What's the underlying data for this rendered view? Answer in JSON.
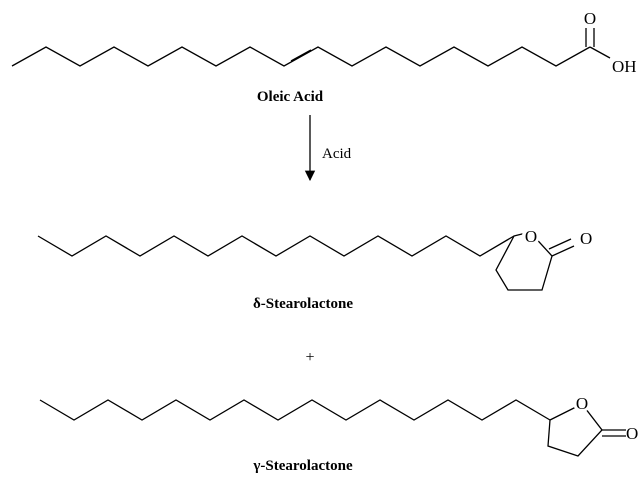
{
  "scheme": {
    "reactant": {
      "name": "Oleic Acid",
      "atoms": {
        "carbonyl_o": "O",
        "hydroxyl": "OH"
      }
    },
    "reagent": "Acid",
    "product_1": {
      "name": "δ-Stearolactone",
      "atoms": {
        "ring_o": "O",
        "carbonyl_o": "O"
      }
    },
    "plus": "+",
    "product_2": {
      "name": "γ-Stearolactone",
      "atoms": {
        "ring_o": "O",
        "carbonyl_o": "O"
      }
    }
  }
}
